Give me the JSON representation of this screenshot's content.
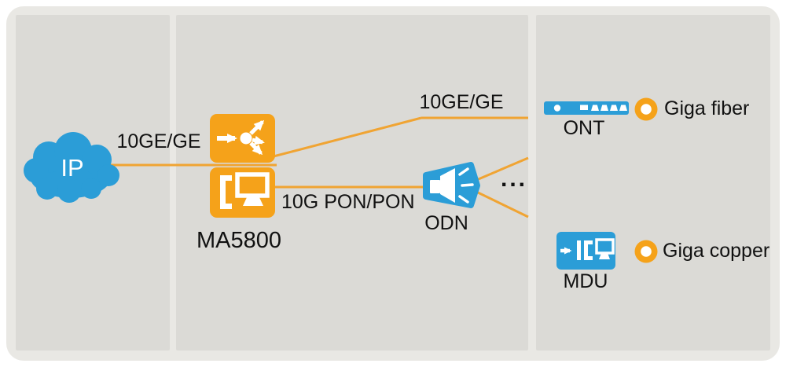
{
  "colors": {
    "page_bg": "#ffffff",
    "card_bg": "#e9e8e4",
    "panel_bg": "#dbdad6",
    "orange": "#f5a21a",
    "line_orange": "#f0a433",
    "blue": "#2b9dd7",
    "text": "#111111"
  },
  "diagram": {
    "cloud": {
      "label": "IP"
    },
    "olt": {
      "label": "MA5800"
    },
    "devices": {
      "odn": {
        "label": "ODN"
      },
      "ont": {
        "label": "ONT"
      },
      "mdu": {
        "label": "MDU"
      }
    },
    "links": {
      "cloud_to_olt": "10GE/GE",
      "olt_to_ont": "10GE/GE",
      "olt_to_odn": "10G PON/PON",
      "fanout_ellipsis": "..."
    },
    "legend": {
      "fiber": "Giga fiber",
      "copper": "Giga copper"
    }
  }
}
